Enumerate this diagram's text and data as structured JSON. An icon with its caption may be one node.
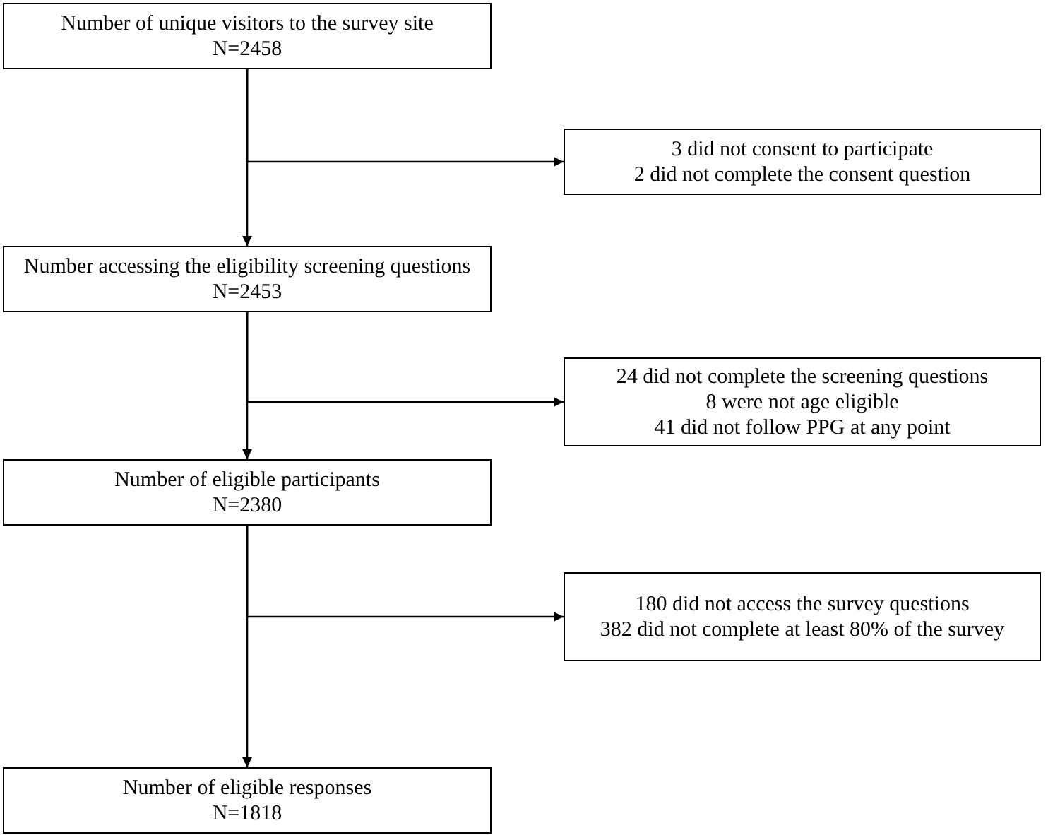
{
  "diagram": {
    "nodes": [
      {
        "text": [
          "Number of unique visitors to the survey site",
          "N=2458"
        ]
      },
      {
        "text": [
          "3 did not consent to participate",
          "2 did not complete the consent question"
        ]
      },
      {
        "text": [
          "Number accessing the eligibility screening questions",
          "N=2453"
        ]
      },
      {
        "text": [
          "24 did not complete the screening questions",
          "8 were not age eligible",
          "41 did not follow PPG at any point"
        ]
      },
      {
        "text": [
          "Number of eligible participants",
          "N=2380"
        ]
      },
      {
        "text": [
          "180 did not access the survey questions",
          "382 did not complete at least 80% of the survey"
        ]
      },
      {
        "text": [
          "Number of eligible responses",
          "N=1818"
        ]
      }
    ],
    "edges": [
      {
        "from": 0,
        "to": 2,
        "arrow": "to"
      },
      {
        "from": 0,
        "to": 1,
        "arrow": "to"
      },
      {
        "from": 2,
        "to": 4,
        "arrow": "to"
      },
      {
        "from": 2,
        "to": 3,
        "arrow": "to"
      },
      {
        "from": 4,
        "to": 6,
        "arrow": "to"
      },
      {
        "from": 4,
        "to": 5,
        "arrow": "to"
      }
    ]
  }
}
